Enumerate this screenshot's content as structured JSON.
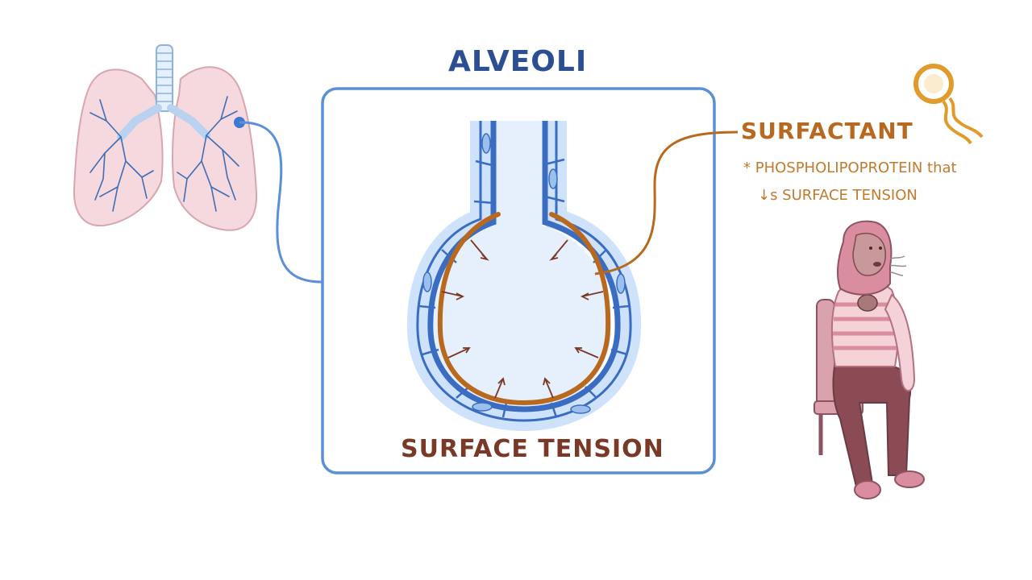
{
  "diagram": {
    "title": "ALVEOLI",
    "bottom_label": "SURFACE TENSION",
    "annotation": {
      "heading": "SURFACTANT",
      "line1": "* PHOSPHOLIPOPROTEIN that",
      "line2": "↓s SURFACE TENSION"
    }
  },
  "colors": {
    "title_blue": "#2c4f94",
    "box_border": "#5b8fd6",
    "membrane_blue": "#3a6cc2",
    "cell_fill": "#cfe2fb",
    "lumen_fill": "#e6f0fc",
    "surfactant_orange": "#b8691e",
    "arrow_brown": "#7a3826",
    "lung_pink": "#f3d6dc"
  },
  "icons": [
    "lungs-illustration",
    "alveolus-illustration",
    "phospholipid-icon",
    "breathing-woman-illustration"
  ]
}
